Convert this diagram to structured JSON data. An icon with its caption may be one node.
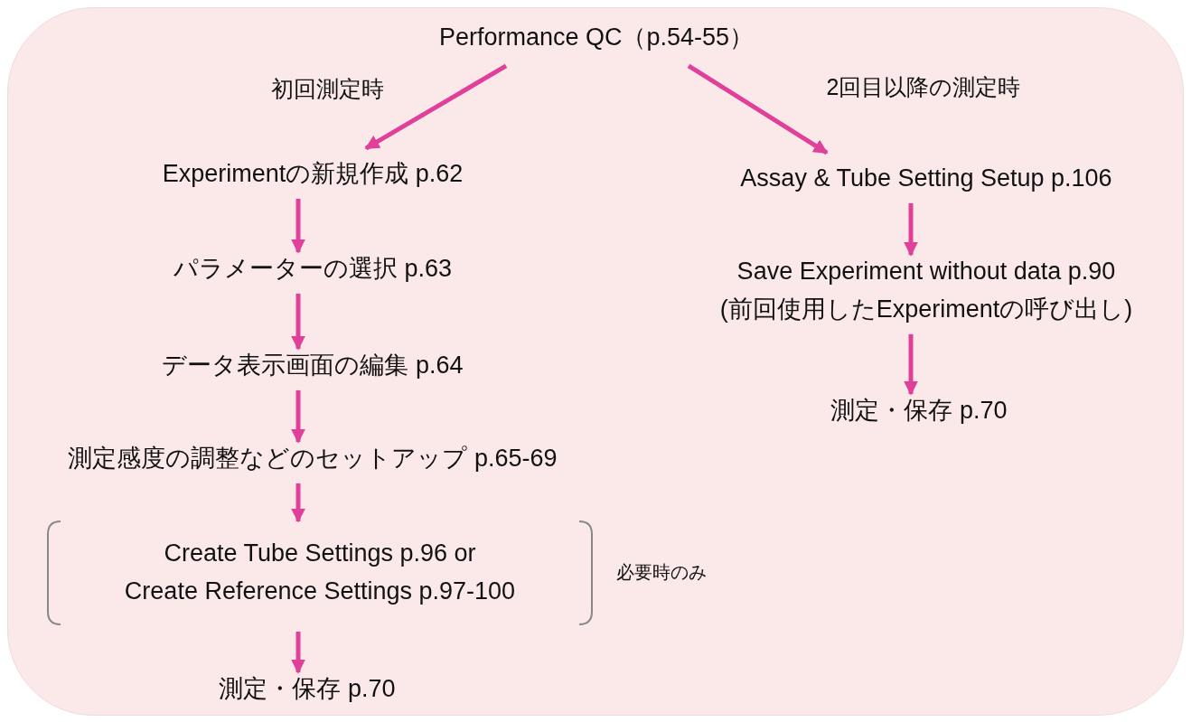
{
  "diagram": {
    "nodes": [
      {
        "text": [
          "Performance QC（p.54-55）"
        ]
      },
      {
        "text": [
          "Experimentの新規作成 p.62"
        ]
      },
      {
        "text": [
          "パラメーターの選択 p.63"
        ]
      },
      {
        "text": [
          "データ表示画面の編集 p.64"
        ]
      },
      {
        "text": [
          "測定感度の調整などのセットアップ p.65-69"
        ]
      },
      {
        "text": [
          "Create Tube Settings p.96 or",
          "Create Reference Settings p.97-100"
        ],
        "beside": [
          "必要時のみ"
        ]
      },
      {
        "text": [
          "測定・保存 p.70"
        ]
      },
      {
        "text": [
          "Assay & Tube Setting Setup p.106"
        ]
      },
      {
        "text": [
          "Save Experiment without data p.90",
          "(前回使用したExperimentの呼び出し)"
        ]
      },
      {
        "text": [
          "測定・保存 p.70"
        ]
      }
    ],
    "edges": [
      {
        "from": 0,
        "to": 1,
        "arrow": "to",
        "label": "初回測定時"
      },
      {
        "from": 1,
        "to": 2,
        "arrow": "to"
      },
      {
        "from": 2,
        "to": 3,
        "arrow": "to"
      },
      {
        "from": 3,
        "to": 4,
        "arrow": "to"
      },
      {
        "from": 4,
        "to": 5,
        "arrow": "to"
      },
      {
        "from": 5,
        "to": 6,
        "arrow": "to"
      },
      {
        "from": 0,
        "to": 7,
        "arrow": "to",
        "label": "2回目以降の測定時"
      },
      {
        "from": 7,
        "to": 8,
        "arrow": "to"
      },
      {
        "from": 8,
        "to": 9,
        "arrow": "to"
      }
    ]
  }
}
